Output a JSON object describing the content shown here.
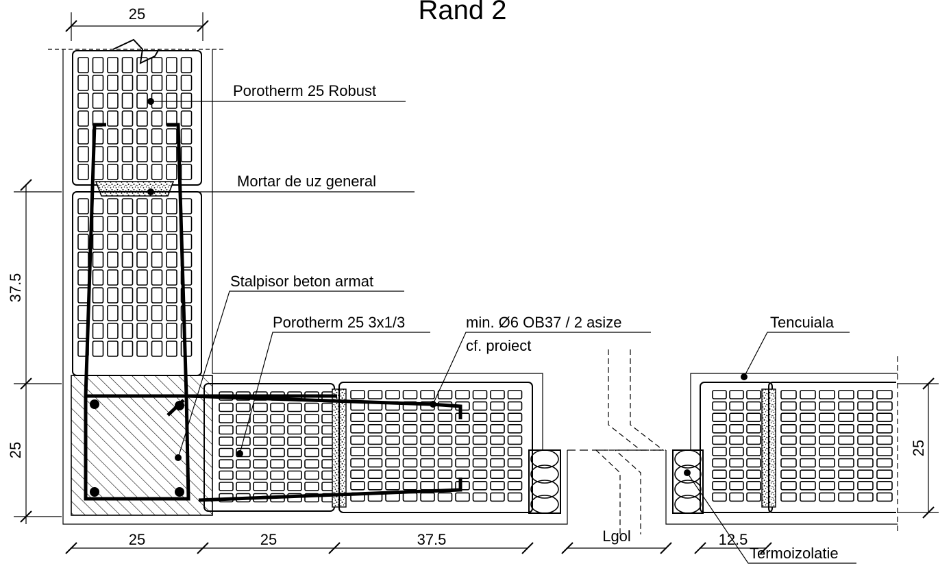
{
  "title": "Rand 2",
  "labels": {
    "porotherm_robust": "Porotherm 25 Robust",
    "mortar": "Mortar de uz general",
    "stalpisor": "Stalpisor beton armat",
    "porotherm_3x": "Porotherm 25 3x1/3",
    "rebar_line1": "min. Ø6 OB37 / 2 asize",
    "rebar_line2": "cf. proiect",
    "tencuiala": "Tencuiala",
    "termoizolatie": "Termoizolatie"
  },
  "dimensions": {
    "top_width": "25",
    "left_upper": "37.5",
    "left_lower": "25",
    "bottom_1": "25",
    "bottom_2": "25",
    "bottom_3": "37.5",
    "bottom_gap": "Lgol",
    "bottom_4": "12.5",
    "right_height": "25"
  }
}
